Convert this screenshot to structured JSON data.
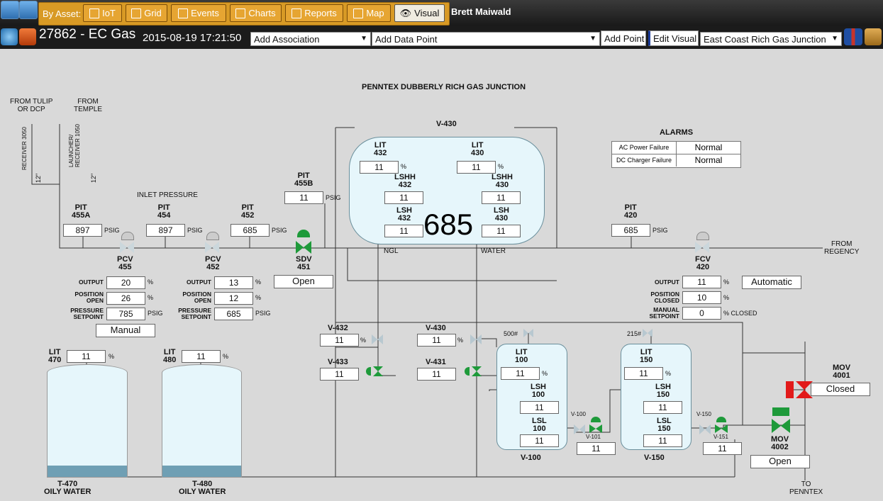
{
  "topbar": {
    "by_asset": "By Asset:",
    "buttons": [
      {
        "label": "IoT"
      },
      {
        "label": "Grid"
      },
      {
        "label": "Events"
      },
      {
        "label": "Charts"
      },
      {
        "label": "Reports"
      },
      {
        "label": "Map"
      },
      {
        "label": "Visual"
      }
    ],
    "user": "Brett Maiwald"
  },
  "assetbar": {
    "title": "27862 - EC Gas",
    "datetime": "2015-08-19 17:21:50",
    "add_association": "Add Association",
    "add_data_point": "Add Data Point",
    "add_point_btn": "Add Point",
    "edit_visual_btn": "Edit Visual",
    "visual_select": "East Coast Rich Gas Junction"
  },
  "diagram": {
    "title": "PENNTEX DUBBERLY RICH GAS JUNCTION",
    "from_tulip": "FROM TULIP\nOR DCP",
    "from_temple": "FROM\nTEMPLE",
    "receiver_3050": "RECEIVER 3050",
    "launcher_1050": "LAUNCHER/\nRECEIVER 1050",
    "size_12a": "12\"",
    "size_12b": "12\"",
    "inlet_pressure": "INLET PRESSURE",
    "pit455a": {
      "tag": "PIT\n455A",
      "value": "897",
      "unit": "PSIG"
    },
    "pit454": {
      "tag": "PIT\n454",
      "value": "897",
      "unit": "PSIG"
    },
    "pit452": {
      "tag": "PIT\n452",
      "value": "685",
      "unit": "PSIG"
    },
    "pit455b": {
      "tag": "PIT\n455B",
      "value": "11",
      "unit": "PSIG"
    },
    "pit420": {
      "tag": "PIT\n420",
      "value": "685",
      "unit": "PSIG"
    },
    "pcv455": {
      "tag": "PCV\n455",
      "output": "20",
      "position": "26",
      "setpoint": "785",
      "mode": "Manual"
    },
    "pcv452": {
      "tag": "PCV\n452",
      "output": "13",
      "position": "12",
      "setpoint": "685"
    },
    "sdv451": {
      "tag": "SDV\n451",
      "state": "Open"
    },
    "fcv420": {
      "tag": "FCV\n420",
      "output": "11",
      "position": "10",
      "setpoint": "0",
      "mode": "Automatic"
    },
    "labels": {
      "output": "OUTPUT",
      "position_open": "POSITION\nOPEN",
      "position_closed": "POSITION\nCLOSED",
      "pressure_setpoint": "PRESSURE\nSETPOINT",
      "manual_setpoint": "MANUAL\nSETPOINT",
      "pct": "%",
      "psig": "PSIG",
      "pct_closed": "% CLOSED"
    },
    "v430": {
      "tag": "V-430",
      "big": "685",
      "lit432": {
        "tag": "LIT\n432",
        "value": "11"
      },
      "lit430": {
        "tag": "LIT\n430",
        "value": "11"
      },
      "lshh432": {
        "tag": "LSHH\n432",
        "value": "11"
      },
      "lshh430": {
        "tag": "LSHH\n430",
        "value": "11"
      },
      "lsh432": {
        "tag": "LSH\n432",
        "value": "11"
      },
      "lsh430": {
        "tag": "LSH\n430",
        "value": "11"
      },
      "ngl": "NGL",
      "water": "WATER"
    },
    "from_regency": "FROM\nREGENCY",
    "alarms": {
      "title": "ALARMS",
      "rows": [
        {
          "name": "AC Power Failure",
          "status": "Normal"
        },
        {
          "name": "DC Charger Failure",
          "status": "Normal"
        }
      ]
    },
    "v432": {
      "tag": "V-432",
      "value": "11"
    },
    "v430v": {
      "tag": "V-430",
      "value": "11"
    },
    "v433": {
      "tag": "V-433",
      "value": "11"
    },
    "v431": {
      "tag": "V-431",
      "value": "11"
    },
    "p500": "500#",
    "p215": "215#",
    "v100": {
      "tag": "V-100",
      "lit": {
        "tag": "LIT\n100",
        "value": "11"
      },
      "lsh": {
        "tag": "LSH\n100",
        "value": "11"
      },
      "lsl": {
        "tag": "LSL\n100",
        "value": "11"
      }
    },
    "v150": {
      "tag": "V-150",
      "lit": {
        "tag": "LIT\n150",
        "value": "11"
      },
      "lsh": {
        "tag": "LSH\n150",
        "value": "11"
      },
      "lsl": {
        "tag": "LSL\n150",
        "value": "11"
      }
    },
    "v100valve": "V-100",
    "v101": {
      "tag": "V-101",
      "value": "11"
    },
    "v150valve": "V-150",
    "v151": {
      "tag": "V-151",
      "value": "11"
    },
    "mov4001": {
      "tag": "MOV\n4001",
      "state": "Closed"
    },
    "mov4002": {
      "tag": "MOV\n4002",
      "state": "Open"
    },
    "to_penntex": "TO\nPENNTEX",
    "lit470": {
      "tag": "LIT\n470",
      "value": "11",
      "unit": "%"
    },
    "lit480": {
      "tag": "LIT\n480",
      "value": "11",
      "unit": "%"
    },
    "t470": "T-470\nOILY WATER",
    "t480": "T-480\nOILY WATER"
  }
}
